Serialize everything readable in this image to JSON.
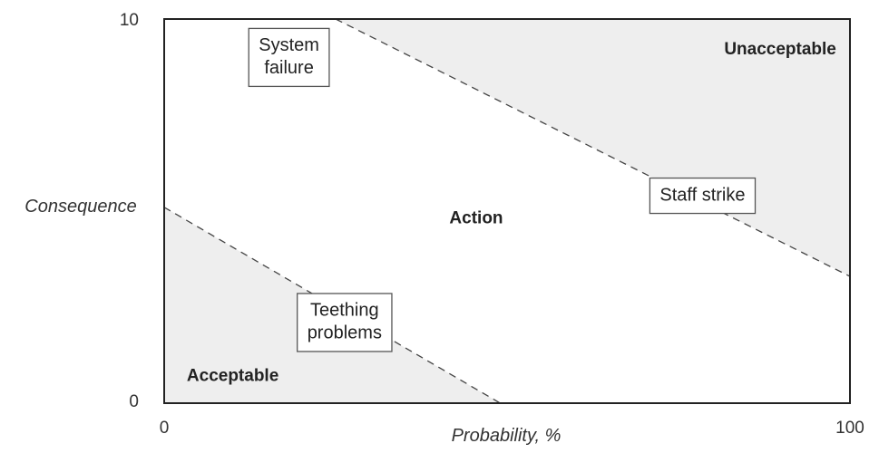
{
  "chart_data": {
    "type": "risk-matrix",
    "xlabel": "Probability, %",
    "ylabel": "Consequence",
    "xlim": [
      0,
      100
    ],
    "ylim": [
      0,
      10
    ],
    "x_ticks": [
      "0",
      "100"
    ],
    "y_ticks": [
      "0",
      "10"
    ],
    "grid": false,
    "colors": {
      "zone_fill": "#eeeeee",
      "frame": "#222222",
      "dashed_line": "#444444"
    },
    "boundaries": [
      {
        "name": "acceptable-boundary",
        "points": [
          [
            0,
            5.1
          ],
          [
            49,
            0
          ]
        ]
      },
      {
        "name": "unacceptable-boundary",
        "points": [
          [
            25,
            10
          ],
          [
            100,
            3.3
          ]
        ]
      }
    ],
    "zones": [
      {
        "label": "Acceptable",
        "x": 10,
        "y": 0.7,
        "anchor": "middle"
      },
      {
        "label": "Action",
        "x": 45.5,
        "y": 4.8,
        "anchor": "middle"
      },
      {
        "label": "Unacceptable",
        "x": 98,
        "y": 9.2,
        "anchor": "end"
      }
    ],
    "risks": [
      {
        "lines": [
          "System",
          "failure"
        ],
        "x": 18.2,
        "y": 9.0
      },
      {
        "lines": [
          "Staff strike"
        ],
        "x": 78.5,
        "y": 5.4
      },
      {
        "lines": [
          "Teething",
          "problems"
        ],
        "x": 26.3,
        "y": 2.1
      }
    ]
  }
}
